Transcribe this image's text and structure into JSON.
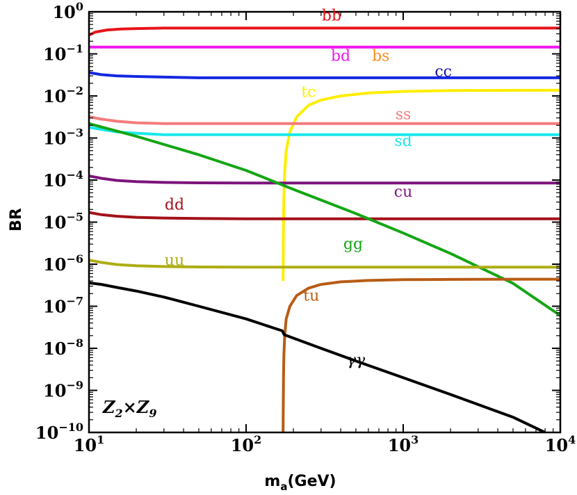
{
  "chart_data": {
    "type": "line",
    "title": "",
    "xlabel": "m",
    "xlabel_sub": "a",
    "xlabel_unit": "(GeV)",
    "ylabel": "BR",
    "x_scale": "log",
    "y_scale": "log",
    "xlim": [
      10,
      10000
    ],
    "ylim": [
      1e-10,
      1
    ],
    "grid": false,
    "legend": "none (inline labels)",
    "annotation": {
      "base1": "Z",
      "sub1": "2",
      "times": "×",
      "base2": "Z",
      "sub2": "9"
    },
    "x_ticks": [
      {
        "value": 10,
        "base": "10",
        "exp": "1"
      },
      {
        "value": 100,
        "base": "10",
        "exp": "2"
      },
      {
        "value": 1000,
        "base": "10",
        "exp": "3"
      },
      {
        "value": 10000,
        "base": "10",
        "exp": "4"
      }
    ],
    "y_ticks": [
      {
        "value": 1,
        "base": "10",
        "exp": "0"
      },
      {
        "value": 0.1,
        "base": "10",
        "exp": "−1"
      },
      {
        "value": 0.01,
        "base": "10",
        "exp": "−2"
      },
      {
        "value": 0.001,
        "base": "10",
        "exp": "−3"
      },
      {
        "value": 0.0001,
        "base": "10",
        "exp": "−4"
      },
      {
        "value": 1e-05,
        "base": "10",
        "exp": "−5"
      },
      {
        "value": 1e-06,
        "base": "10",
        "exp": "−6"
      },
      {
        "value": 1e-07,
        "base": "10",
        "exp": "−7"
      },
      {
        "value": 1e-08,
        "base": "10",
        "exp": "−8"
      },
      {
        "value": 1e-09,
        "base": "10",
        "exp": "−9"
      },
      {
        "value": 1e-10,
        "base": "10",
        "exp": "−10"
      }
    ],
    "series": [
      {
        "name": "bb",
        "color": "#e8141a",
        "label_at": [
          350,
          0.62
        ],
        "x": [
          10,
          11,
          13,
          16,
          20,
          30,
          50,
          100,
          1000,
          10000
        ],
        "y": [
          0.28,
          0.33,
          0.37,
          0.39,
          0.4,
          0.41,
          0.41,
          0.41,
          0.41,
          0.41
        ]
      },
      {
        "name": "bd",
        "color": "#f018f0",
        "label_at": [
          400,
          0.068
        ],
        "x": [
          10,
          100,
          1000,
          10000
        ],
        "y": [
          0.145,
          0.145,
          0.145,
          0.145
        ]
      },
      {
        "name": "bs",
        "color": "#ff8c1a",
        "label_at": [
          720,
          0.068
        ],
        "x": [],
        "y": []
      },
      {
        "name": "cc",
        "color": "#1428e0",
        "label_at": [
          1800,
          0.029
        ],
        "x": [
          10,
          12,
          15,
          20,
          30,
          50,
          100,
          1000,
          10000
        ],
        "y": [
          0.036,
          0.032,
          0.03,
          0.029,
          0.028,
          0.027,
          0.027,
          0.027,
          0.027
        ],
        "label_color": "#1a1aa0"
      },
      {
        "name": "tc",
        "color": "#ffee00",
        "label_at": [
          250,
          0.0095
        ],
        "x": [
          172,
          172.5,
          173,
          174,
          176,
          180,
          190,
          210,
          250,
          300,
          400,
          600,
          1000,
          2000,
          5000,
          10000
        ],
        "y": [
          4e-07,
          2e-06,
          1e-05,
          4e-05,
          0.00015,
          0.0005,
          0.0014,
          0.0032,
          0.006,
          0.008,
          0.01,
          0.0118,
          0.0128,
          0.0134,
          0.0136,
          0.0137
        ]
      },
      {
        "name": "ss",
        "color": "#f47c7c",
        "label_at": [
          1000,
          0.0028
        ],
        "x": [
          10,
          12,
          15,
          20,
          30,
          50,
          100,
          1000,
          10000
        ],
        "y": [
          0.0032,
          0.0028,
          0.0025,
          0.0023,
          0.0022,
          0.0022,
          0.0022,
          0.0022,
          0.0022
        ]
      },
      {
        "name": "sd",
        "color": "#18e8ea",
        "label_at": [
          1000,
          0.00065
        ],
        "x": [
          10,
          12,
          15,
          20,
          30,
          50,
          100,
          1000,
          10000
        ],
        "y": [
          0.0018,
          0.0016,
          0.0014,
          0.0013,
          0.0012,
          0.0012,
          0.0012,
          0.0012,
          0.0012
        ]
      },
      {
        "name": "cu",
        "color": "#7c147c",
        "label_at": [
          1000,
          4e-05
        ],
        "x": [
          10,
          12,
          15,
          20,
          30,
          50,
          100,
          1000,
          10000
        ],
        "y": [
          0.000125,
          0.00011,
          9.8e-05,
          9.2e-05,
          8.8e-05,
          8.6e-05,
          8.5e-05,
          8.5e-05,
          8.5e-05
        ]
      },
      {
        "name": "dd",
        "color": "#a3111a",
        "label_at": [
          35,
          2e-05
        ],
        "x": [
          10,
          12,
          15,
          20,
          30,
          50,
          100,
          1000,
          10000
        ],
        "y": [
          1.7e-05,
          1.5e-05,
          1.38e-05,
          1.3e-05,
          1.25e-05,
          1.22e-05,
          1.2e-05,
          1.2e-05,
          1.2e-05
        ]
      },
      {
        "name": "gg",
        "color": "#14a614",
        "label_at": [
          480,
          2.3e-06
        ],
        "x": [
          10,
          20,
          50,
          100,
          200,
          500,
          1000,
          2000,
          5000,
          10000
        ],
        "y": [
          0.0022,
          0.0011,
          0.0004,
          0.00017,
          6e-05,
          1.6e-05,
          5.5e-06,
          1.8e-06,
          3.5e-07,
          6e-08
        ]
      },
      {
        "name": "uu",
        "color": "#adad14",
        "label_at": [
          35,
          9.5e-07
        ],
        "x": [
          10,
          12,
          15,
          20,
          30,
          50,
          100,
          1000,
          10000
        ],
        "y": [
          1.25e-06,
          1.1e-06,
          9.8e-07,
          9.2e-07,
          8.8e-07,
          8.6e-07,
          8.5e-07,
          8.5e-07,
          8.5e-07
        ]
      },
      {
        "name": "tu",
        "color": "#b85c14",
        "label_at": [
          260,
          1.35e-07
        ],
        "x": [
          172,
          172.5,
          173,
          174,
          176,
          180,
          190,
          210,
          250,
          300,
          400,
          600,
          1000,
          2000,
          5000,
          10000
        ],
        "y": [
          1e-10,
          5e-10,
          2e-09,
          7e-09,
          2e-08,
          5e-08,
          1e-07,
          1.8e-07,
          2.7e-07,
          3.3e-07,
          3.8e-07,
          4.1e-07,
          4.3e-07,
          4.35e-07,
          4.4e-07,
          4.4e-07
        ]
      },
      {
        "name": "γγ",
        "color": "#000000",
        "label_at": [
          500,
          4e-09
        ],
        "label_italic": true,
        "x": [
          10,
          12,
          15,
          20,
          30,
          50,
          100,
          170,
          175,
          300,
          500,
          1000,
          2000,
          5000,
          8000
        ],
        "y": [
          3.6e-07,
          3.3e-07,
          2.8e-07,
          2.3e-07,
          1.65e-07,
          1e-07,
          5e-08,
          2.6e-08,
          2.1e-08,
          1e-08,
          5e-09,
          2e-09,
          8e-10,
          2.3e-10,
          1e-10
        ]
      }
    ]
  }
}
